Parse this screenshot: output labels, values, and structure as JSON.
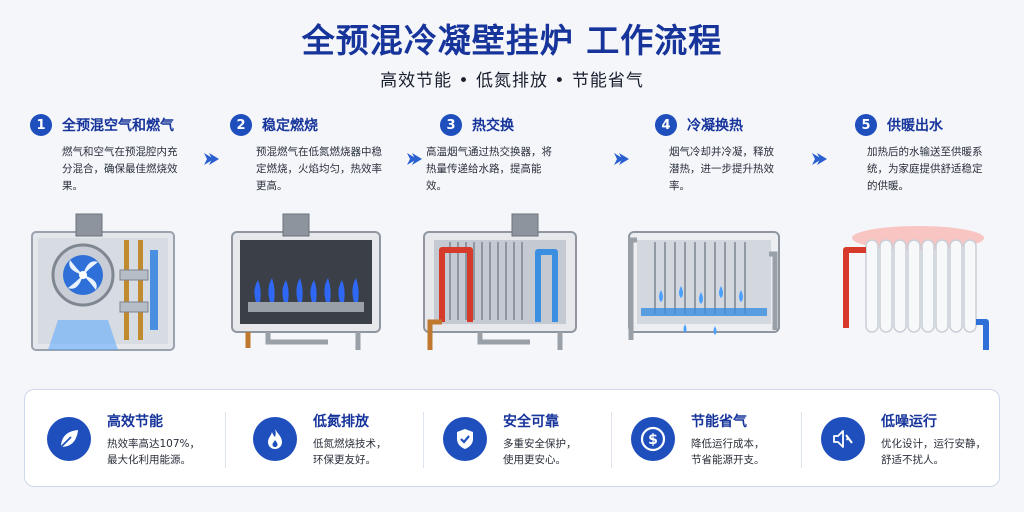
{
  "header": {
    "title": "全预混冷凝壁挂炉 工作流程",
    "subtitle": "高效节能 • 低氮排放 • 节能省气"
  },
  "steps": [
    {
      "num": "1",
      "title": "全预混空气和燃气",
      "desc": "燃气和空气在预混腔内充分混合，确保最佳燃烧效果。"
    },
    {
      "num": "2",
      "title": "稳定燃烧",
      "desc": "预混燃气在低氮燃烧器中稳定燃烧，火焰均匀，热效率更高。"
    },
    {
      "num": "3",
      "title": "热交换",
      "desc": "高温烟气通过热交换器，将热量传递给水路，提高能效。"
    },
    {
      "num": "4",
      "title": "冷凝换热",
      "desc": "烟气冷却并冷凝，释放潜热，进一步提升热效率。"
    },
    {
      "num": "5",
      "title": "供暖出水",
      "desc": "加热后的水输送至供暖系统，为家庭提供舒适稳定的供暖。"
    }
  ],
  "features": [
    {
      "title": "高效节能",
      "desc1": "热效率高达107%，",
      "desc2": "最大化利用能源。",
      "icon": "leaf-icon"
    },
    {
      "title": "低氮排放",
      "desc1": "低氮燃烧技术，",
      "desc2": "环保更友好。",
      "icon": "flame-icon"
    },
    {
      "title": "安全可靠",
      "desc1": "多重安全保护，",
      "desc2": "使用更安心。",
      "icon": "shield-icon"
    },
    {
      "title": "节能省气",
      "desc1": "降低运行成本，",
      "desc2": "节省能源开支。",
      "icon": "dollar-coin-icon"
    },
    {
      "title": "低噪运行",
      "desc1": "优化设计，运行安静，",
      "desc2": "舒适不扰人。",
      "icon": "mute-speaker-icon"
    }
  ],
  "colors": {
    "primary": "#17349b",
    "accent": "#1f4fbd",
    "hot": "#d63a2a",
    "cold": "#3b8fe0",
    "flame": "#2f6bff"
  }
}
